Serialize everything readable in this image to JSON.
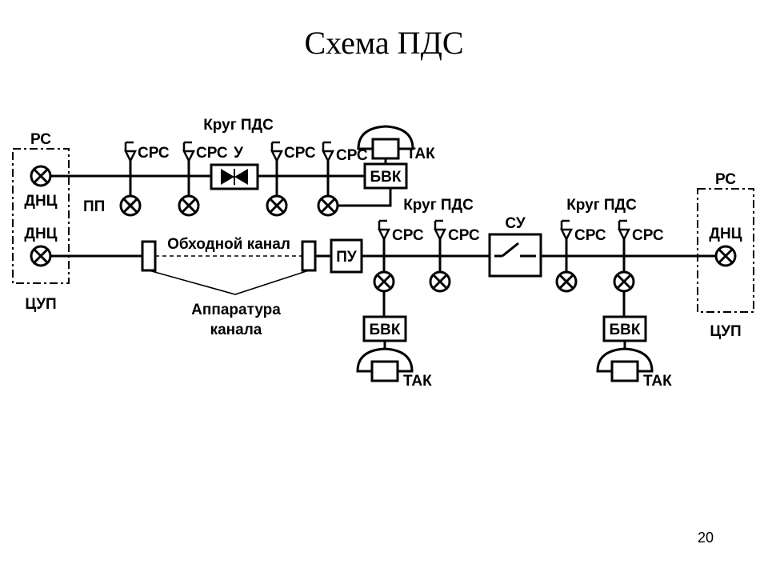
{
  "title": "Схема ПДС",
  "page_number": "20",
  "labels": {
    "rs": "РС",
    "dnc": "ДНЦ",
    "cup": "ЦУП",
    "pp": "ПП",
    "srs": "СРС",
    "u": "У",
    "krug_pds": "Круг ПДС",
    "tak": "ТАК",
    "bvk": "БВК",
    "pu": "ПУ",
    "su": "СУ",
    "bypass_channel": "Обходной канал",
    "channel_equipment_line1": "Аппаратура",
    "channel_equipment_line2": "канала"
  },
  "icons": {
    "lamp": "crossed-circle-icon",
    "speaker": "trumpet-speaker-icon",
    "telephone": "telephone-set-icon",
    "valve": "bowtie-valve-icon",
    "switch": "open-switch-icon"
  }
}
